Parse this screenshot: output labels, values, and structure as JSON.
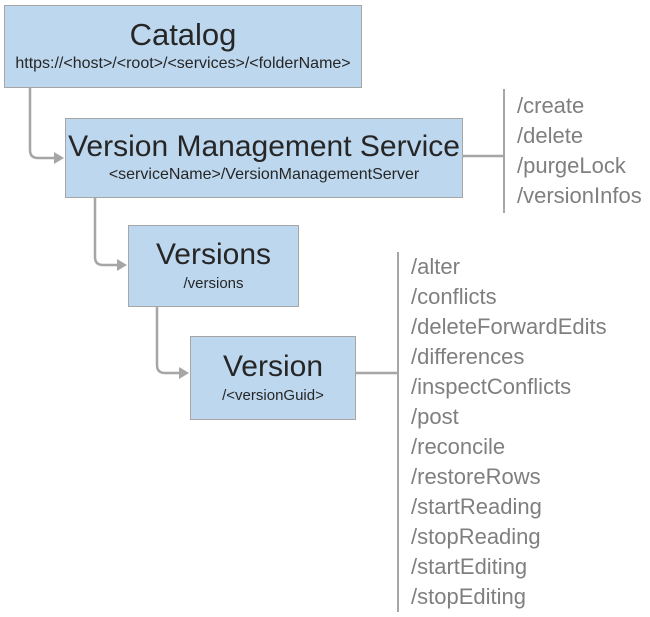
{
  "colors": {
    "box_fill": "#bdd7ee",
    "box_border": "#a6a6a6",
    "connector": "#a6a6a6",
    "ops_text": "#7f7f7f",
    "title_text": "#262626"
  },
  "diagram": {
    "nodes": [
      {
        "id": "catalog",
        "title": "Catalog",
        "subtitle": "https://<host>/<root>/<services>/<folderName>"
      },
      {
        "id": "version-management-service",
        "title": "Version Management Service",
        "subtitle": "<serviceName>/VersionManagementServer",
        "operations": [
          "/create",
          "/delete",
          "/purgeLock",
          "/versionInfos"
        ]
      },
      {
        "id": "versions",
        "title": "Versions",
        "subtitle": "/versions"
      },
      {
        "id": "version",
        "title": "Version",
        "subtitle": "/<versionGuid>",
        "operations": [
          "/alter",
          "/conflicts",
          "/deleteForwardEdits",
          "/differences",
          "/inspectConflicts",
          "/post",
          "/reconcile",
          "/restoreRows",
          "/startReading",
          "/stopReading",
          "/startEditing",
          "/stopEditing"
        ]
      }
    ]
  }
}
